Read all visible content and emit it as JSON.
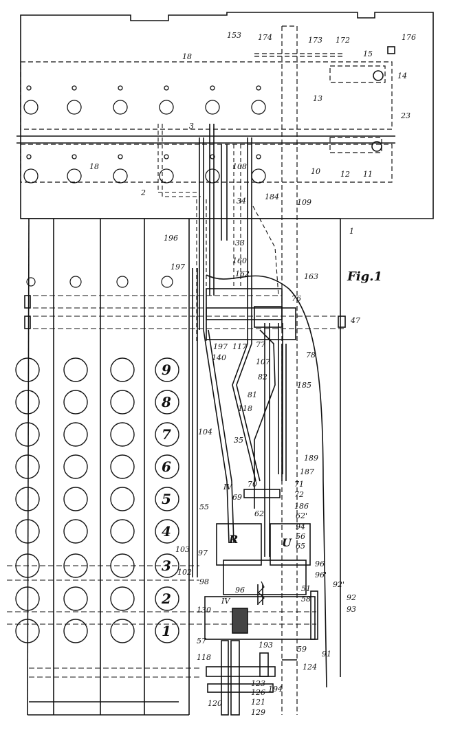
{
  "figure_label": "Fig.1",
  "key_digits": [
    "9",
    "8",
    "7",
    "6",
    "5",
    "4",
    "3",
    "2",
    "1"
  ],
  "block_labels": {
    "R": "R",
    "U": "U"
  },
  "section_marks": [
    "IV",
    "IV"
  ],
  "labels": {
    "l153": "153",
    "l174": "174",
    "l173": "173",
    "l172": "172",
    "l176": "176",
    "l15": "15",
    "l14": "14",
    "l13": "13",
    "l18a": "18",
    "l18b": "18",
    "l3": "3",
    "l23": "23",
    "l10": "10",
    "l12": "12",
    "l11": "11",
    "l108": "108",
    "l2": "2",
    "l34": "34",
    "l184": "184",
    "l109": "109",
    "l1": "1",
    "l196": "196",
    "l33": "33",
    "l197a": "197",
    "l160": "160",
    "l162": "162",
    "l163": "163",
    "l76": "76",
    "l47": "47",
    "l197b": "197",
    "l117": "117",
    "l77": "77",
    "l78": "78",
    "l140": "140",
    "l107": "107",
    "l82": "82",
    "l81": "81",
    "l185": "185",
    "l118a": "118",
    "l104": "104",
    "l35": "35",
    "l189": "189",
    "l187": "187",
    "l71": "71",
    "l72": "72",
    "l70": "70",
    "l69": "69",
    "l186": "186",
    "l55": "55",
    "l62": "62",
    "l62p": "62'",
    "l94": "94",
    "l56": "56",
    "l65": "65",
    "l103": "103",
    "l97": "97",
    "l96a": "96",
    "l96p": "96'",
    "l102": "102",
    "l98": "98",
    "l96b": "96",
    "l51": "51",
    "l58": "58",
    "l92p": "92'",
    "l92": "92",
    "l130": "130",
    "l93": "93",
    "l57": "57",
    "l59": "59",
    "l91": "91",
    "l118b": "118",
    "l193": "193",
    "l124": "124",
    "l123": "123",
    "l126": "126",
    "l194": "194",
    "l120": "120",
    "l121": "121",
    "l129": "129"
  }
}
